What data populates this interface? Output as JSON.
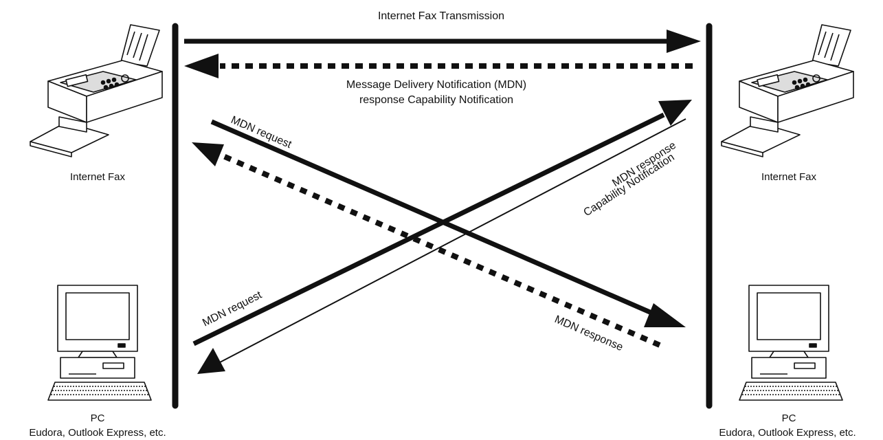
{
  "diagram": {
    "top_arrow_label": "Internet Fax Transmission",
    "mdn_notification_line1": "Message Delivery Notification (MDN)",
    "mdn_notification_line2": "response Capability Notification",
    "left_device": {
      "fax_label": "Internet Fax",
      "pc_label": "PC",
      "pc_software": "Eudora, Outlook Express, etc."
    },
    "right_device": {
      "fax_label": "Internet Fax",
      "pc_label": "PC",
      "pc_software": "Eudora, Outlook Express, etc."
    },
    "fax_mdn_request_label": "MDN request",
    "fax_mdn_capability_line1": "MDN response",
    "fax_mdn_capability_line2": "Capability Notification",
    "pc_mdn_request_label": "MDN request",
    "pc_mdn_response_label": "MDN response"
  },
  "colors": {
    "ink": "#111111",
    "background": "#ffffff"
  }
}
